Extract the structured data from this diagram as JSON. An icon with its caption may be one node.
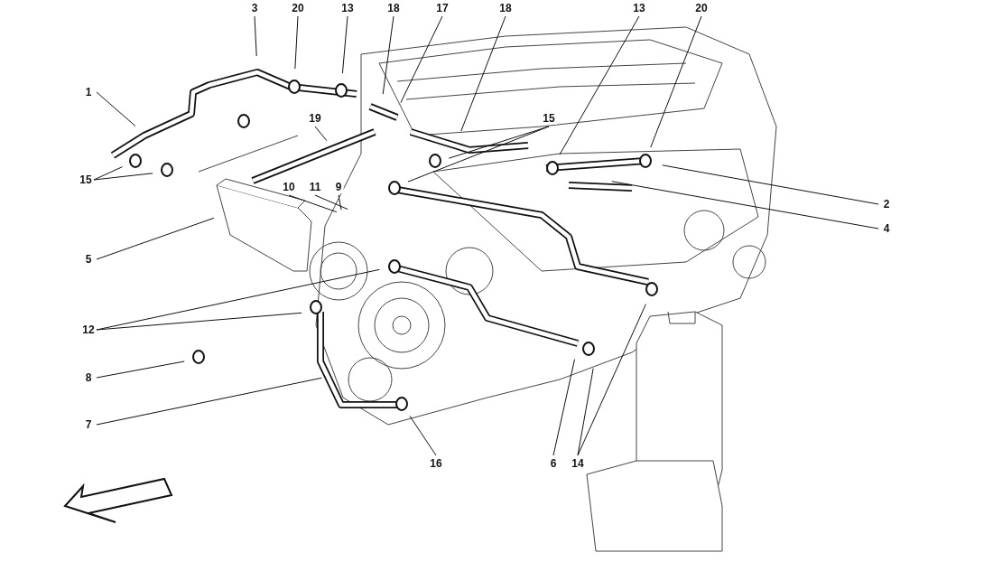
{
  "diagram": {
    "nodes": [
      {
        "text": [
          "3"
        ]
      },
      {
        "text": [
          "20"
        ]
      },
      {
        "text": [
          "13"
        ]
      },
      {
        "text": [
          "18"
        ]
      },
      {
        "text": [
          "17"
        ]
      },
      {
        "text": [
          "18"
        ]
      },
      {
        "text": [
          "13"
        ]
      },
      {
        "text": [
          "20"
        ]
      },
      {
        "text": [
          "1"
        ]
      },
      {
        "text": [
          "19"
        ]
      },
      {
        "text": [
          "15"
        ]
      },
      {
        "text": [
          "15"
        ]
      },
      {
        "text": [
          "10"
        ]
      },
      {
        "text": [
          "11"
        ]
      },
      {
        "text": [
          "9"
        ]
      },
      {
        "text": [
          "2"
        ]
      },
      {
        "text": [
          "4"
        ]
      },
      {
        "text": [
          "5"
        ]
      },
      {
        "text": [
          "12"
        ]
      },
      {
        "text": [
          "8"
        ]
      },
      {
        "text": [
          "7"
        ]
      },
      {
        "text": [
          "16"
        ]
      },
      {
        "text": [
          "6"
        ]
      },
      {
        "text": [
          "14"
        ]
      }
    ],
    "edges": [
      {
        "from": 0,
        "to": null,
        "arrow": "none"
      },
      {
        "from": 1,
        "to": null,
        "arrow": "none"
      },
      {
        "from": 2,
        "to": null,
        "arrow": "none"
      },
      {
        "from": 3,
        "to": null,
        "arrow": "none"
      },
      {
        "from": 4,
        "to": null,
        "arrow": "none"
      },
      {
        "from": 5,
        "to": null,
        "arrow": "none"
      },
      {
        "from": 6,
        "to": null,
        "arrow": "none"
      },
      {
        "from": 7,
        "to": null,
        "arrow": "none"
      },
      {
        "from": 8,
        "to": null,
        "arrow": "none"
      },
      {
        "from": 9,
        "to": null,
        "arrow": "none"
      },
      {
        "from": 10,
        "to": null,
        "arrow": "none"
      },
      {
        "from": 10,
        "to": null,
        "arrow": "none"
      },
      {
        "from": 11,
        "to": null,
        "arrow": "none"
      },
      {
        "from": 11,
        "to": null,
        "arrow": "none"
      },
      {
        "from": 12,
        "to": null,
        "arrow": "none"
      },
      {
        "from": 13,
        "to": null,
        "arrow": "none"
      },
      {
        "from": 14,
        "to": null,
        "arrow": "none"
      },
      {
        "from": 15,
        "to": null,
        "arrow": "none"
      },
      {
        "from": 16,
        "to": null,
        "arrow": "none"
      },
      {
        "from": 17,
        "to": null,
        "arrow": "none"
      },
      {
        "from": 18,
        "to": null,
        "arrow": "none"
      },
      {
        "from": 18,
        "to": null,
        "arrow": "none"
      },
      {
        "from": 19,
        "to": null,
        "arrow": "none"
      },
      {
        "from": 20,
        "to": null,
        "arrow": "none"
      },
      {
        "from": 21,
        "to": null,
        "arrow": "none"
      },
      {
        "from": 22,
        "to": null,
        "arrow": "none"
      },
      {
        "from": 23,
        "to": null,
        "arrow": "none"
      },
      {
        "from": 23,
        "to": null,
        "arrow": "none"
      }
    ]
  }
}
